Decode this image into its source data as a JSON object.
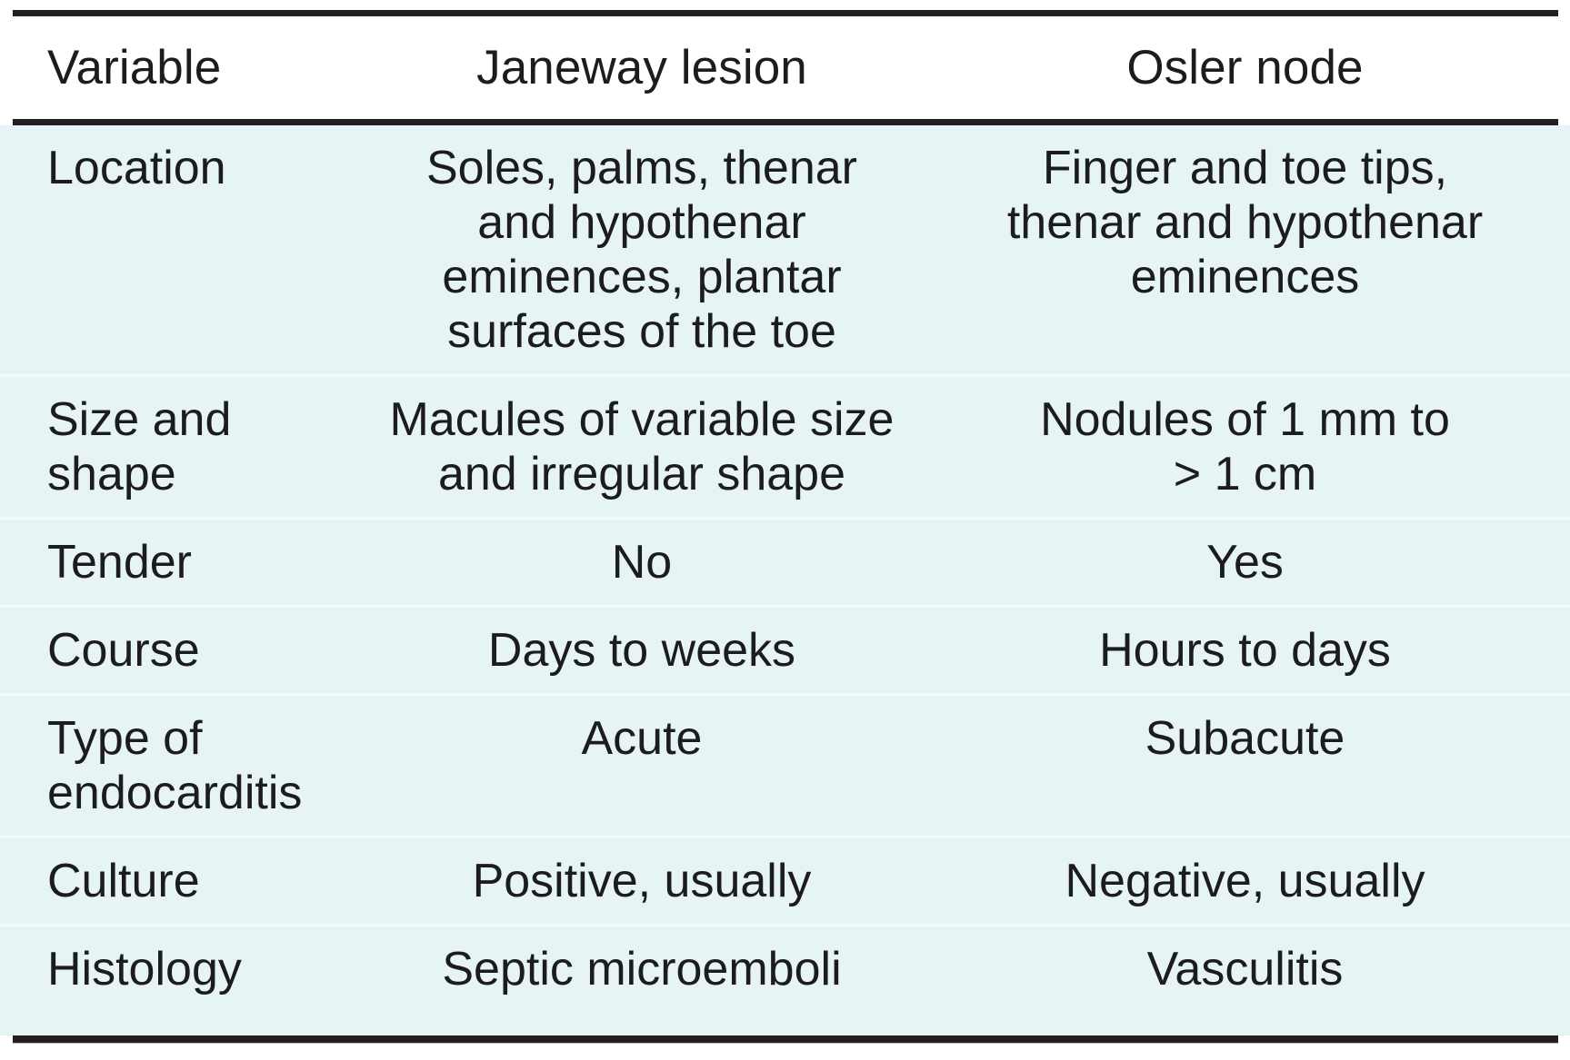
{
  "table": {
    "columns": [
      "Variable",
      "Janeway lesion",
      "Osler node"
    ],
    "rows": [
      {
        "variable": [
          "Location"
        ],
        "janeway": [
          "Soles, palms, thenar",
          "and hypothenar",
          "eminences, plantar",
          "surfaces of the toe"
        ],
        "osler": [
          "Finger and toe tips,",
          "thenar and hypothenar",
          "eminences"
        ]
      },
      {
        "variable": [
          "Size and",
          "shape"
        ],
        "janeway": [
          "Macules of variable size",
          "and irregular shape"
        ],
        "osler": [
          "Nodules of 1 mm to",
          "> 1 cm"
        ]
      },
      {
        "variable": [
          "Tender"
        ],
        "janeway": [
          "No"
        ],
        "osler": [
          "Yes"
        ]
      },
      {
        "variable": [
          "Course"
        ],
        "janeway": [
          "Days to weeks"
        ],
        "osler": [
          "Hours to days"
        ]
      },
      {
        "variable": [
          "Type of",
          "endocarditis"
        ],
        "janeway": [
          "Acute"
        ],
        "osler": [
          "Subacute"
        ]
      },
      {
        "variable": [
          "Culture"
        ],
        "janeway": [
          "Positive, usually"
        ],
        "osler": [
          "Negative, usually"
        ]
      },
      {
        "variable": [
          "Histology"
        ],
        "janeway": [
          "Septic microemboli"
        ],
        "osler": [
          "Vasculitis"
        ]
      }
    ]
  },
  "colors": {
    "body_background": "#e7f4f5",
    "header_background": "#ffffff",
    "rule": "#231f20",
    "text": "#1c1c1c",
    "row_divider": "#f4fbfb"
  }
}
